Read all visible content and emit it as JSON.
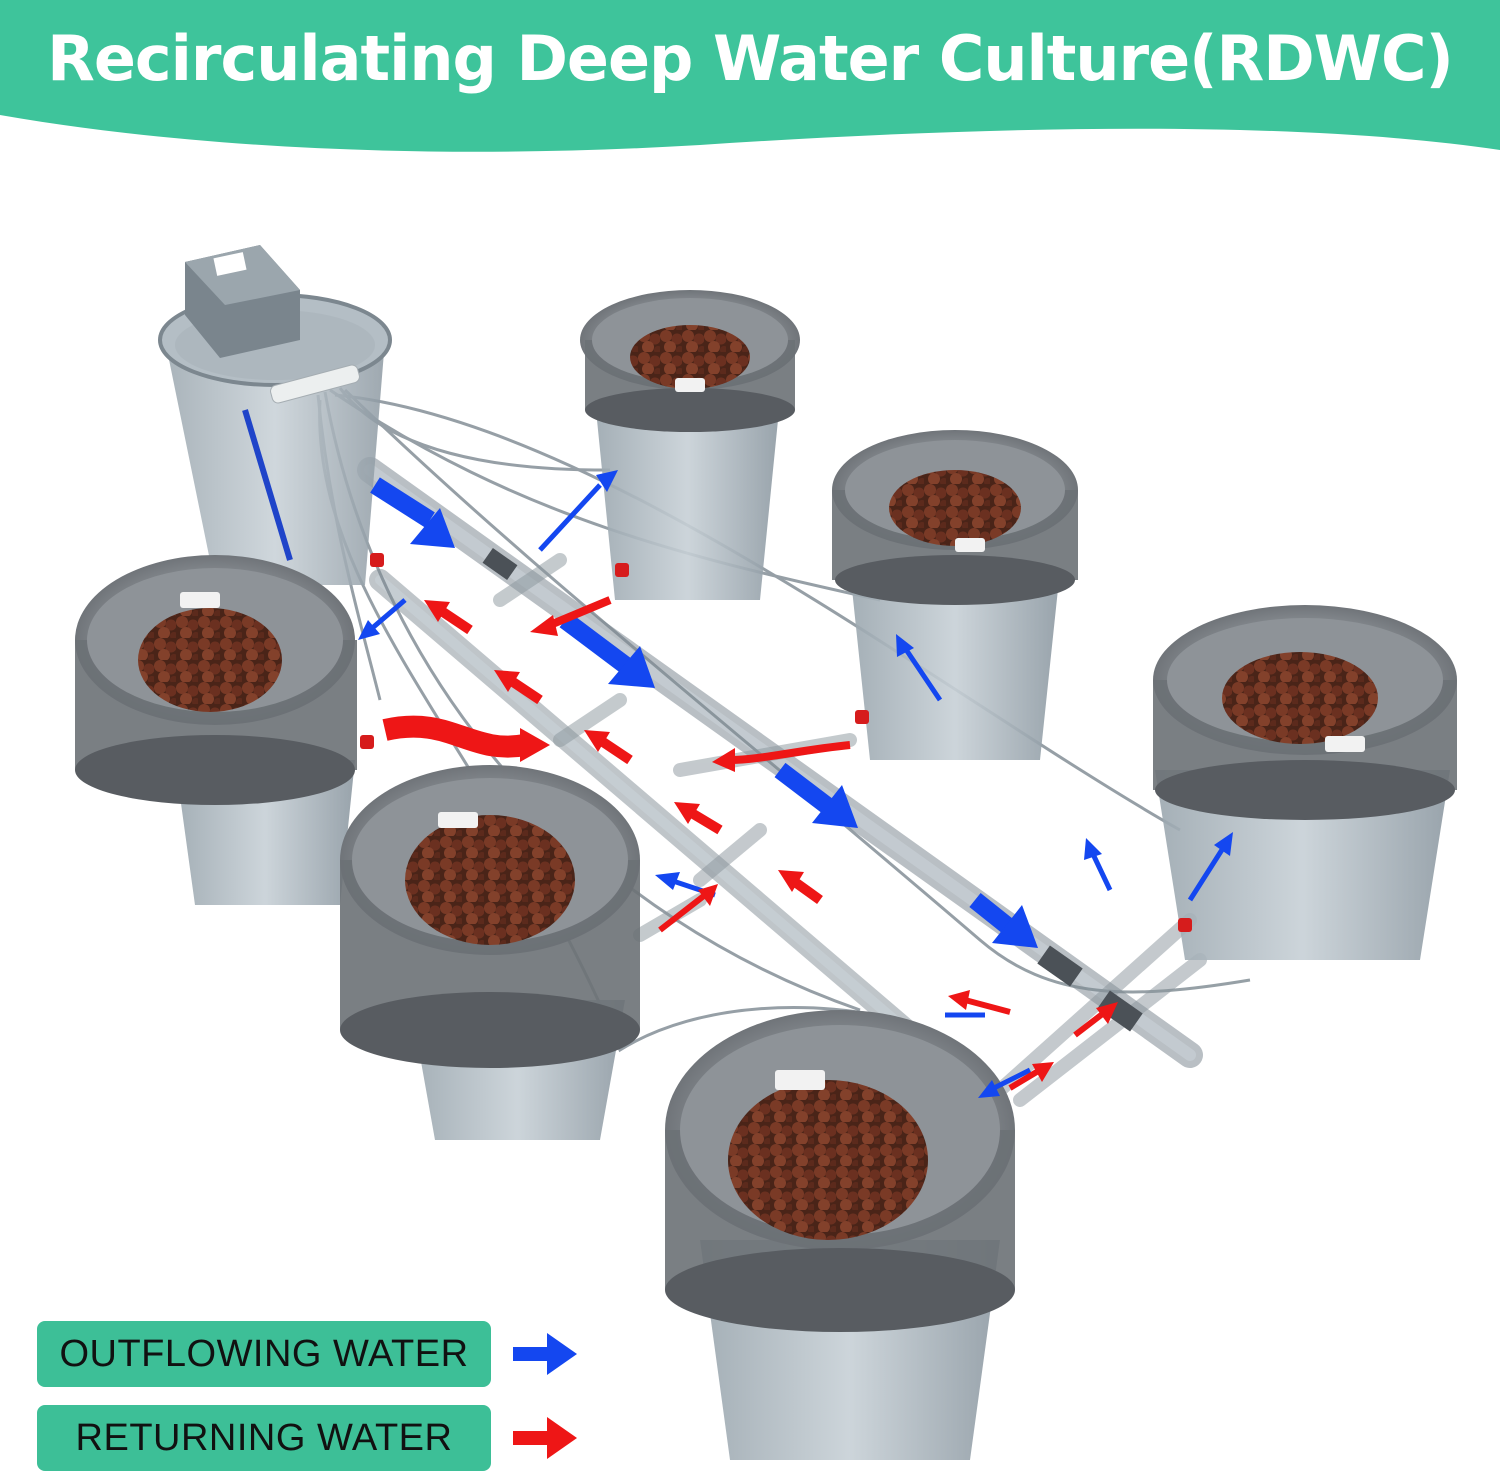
{
  "header": {
    "title": "Recirculating Deep Water Culture(RDWC)",
    "banner_color": "#3ec49b"
  },
  "legend": {
    "outflowing_label": "OUTFLOWING WATER",
    "returning_label": "RETURNING WATER",
    "outflowing_color": "#1447f0",
    "returning_color": "#ee1616",
    "label_bg": "#3dbf97"
  },
  "diagram": {
    "icons": [
      "air-pump-icon",
      "bucket-icon",
      "net-pot-icon",
      "clay-pebbles-icon",
      "valve-icon",
      "flow-arrow-icon"
    ]
  }
}
